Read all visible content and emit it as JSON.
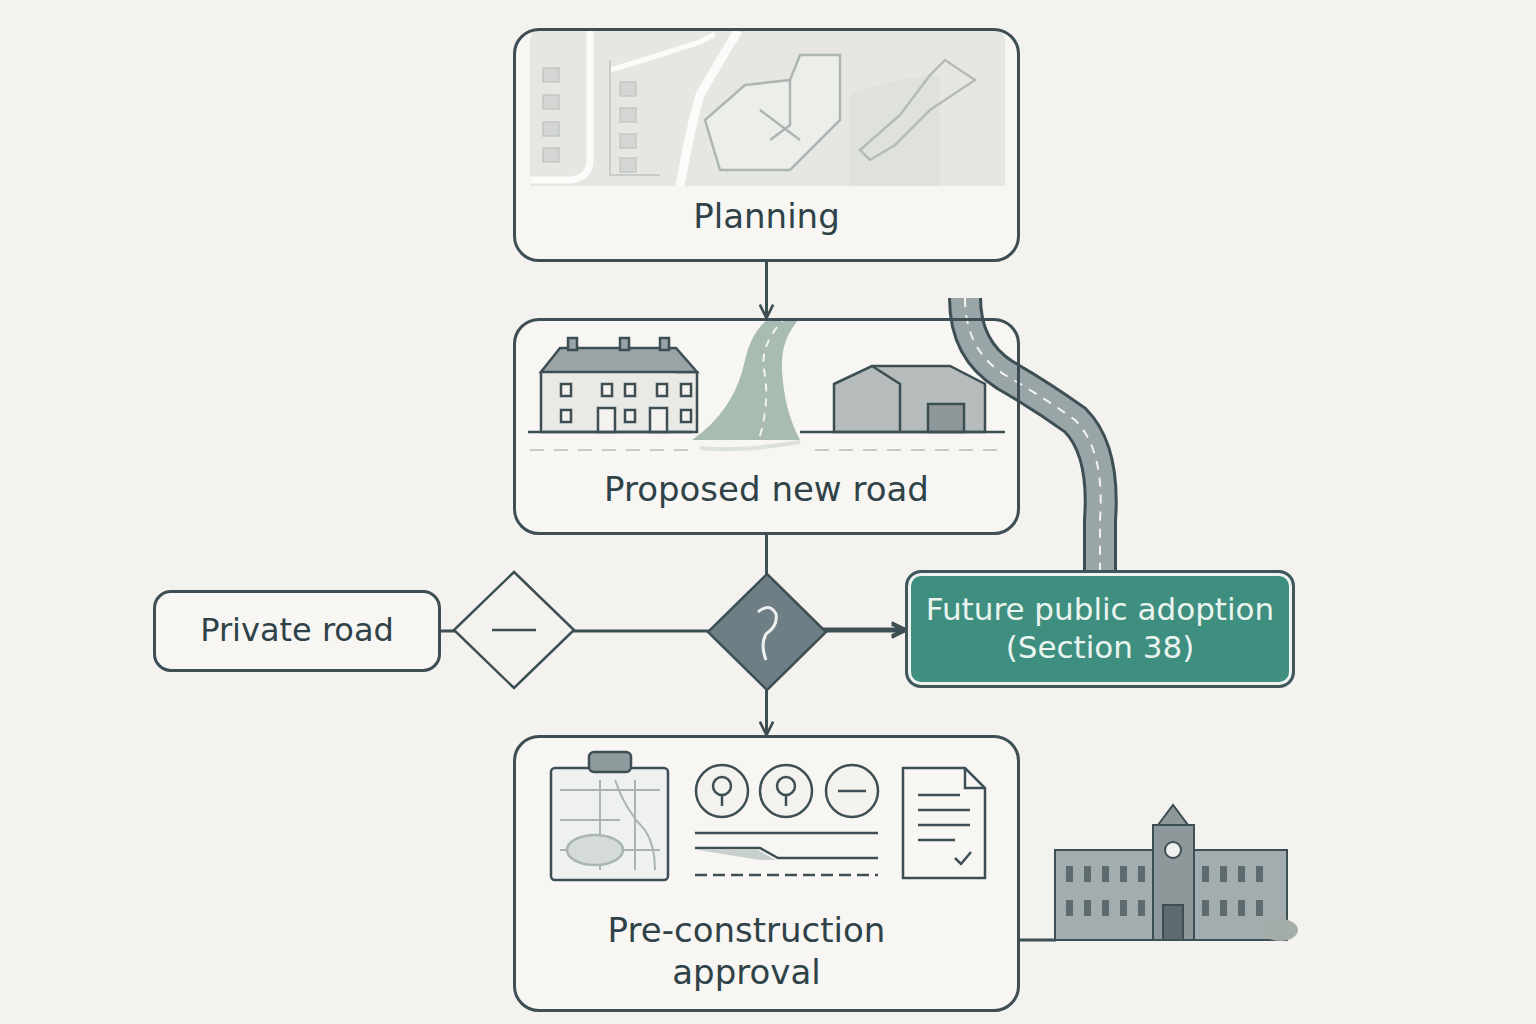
{
  "diagram": {
    "nodes": [
      {
        "text": [
          "Planning"
        ]
      },
      {
        "text": [
          "Proposed new road"
        ]
      },
      {
        "text": [
          "Private road"
        ]
      },
      {
        "text": [
          "Future public adoption (Section 38)"
        ]
      },
      {
        "text": [
          "Pre-construction approval"
        ]
      }
    ],
    "edges": [
      {
        "from": 0,
        "to": 1,
        "arrow": "to"
      },
      {
        "from": 1,
        "to": 4,
        "arrow": "to"
      },
      {
        "from": 2,
        "to": 3,
        "arrow": "to"
      },
      {
        "from": 1,
        "to": 3,
        "arrow": "to"
      }
    ]
  }
}
